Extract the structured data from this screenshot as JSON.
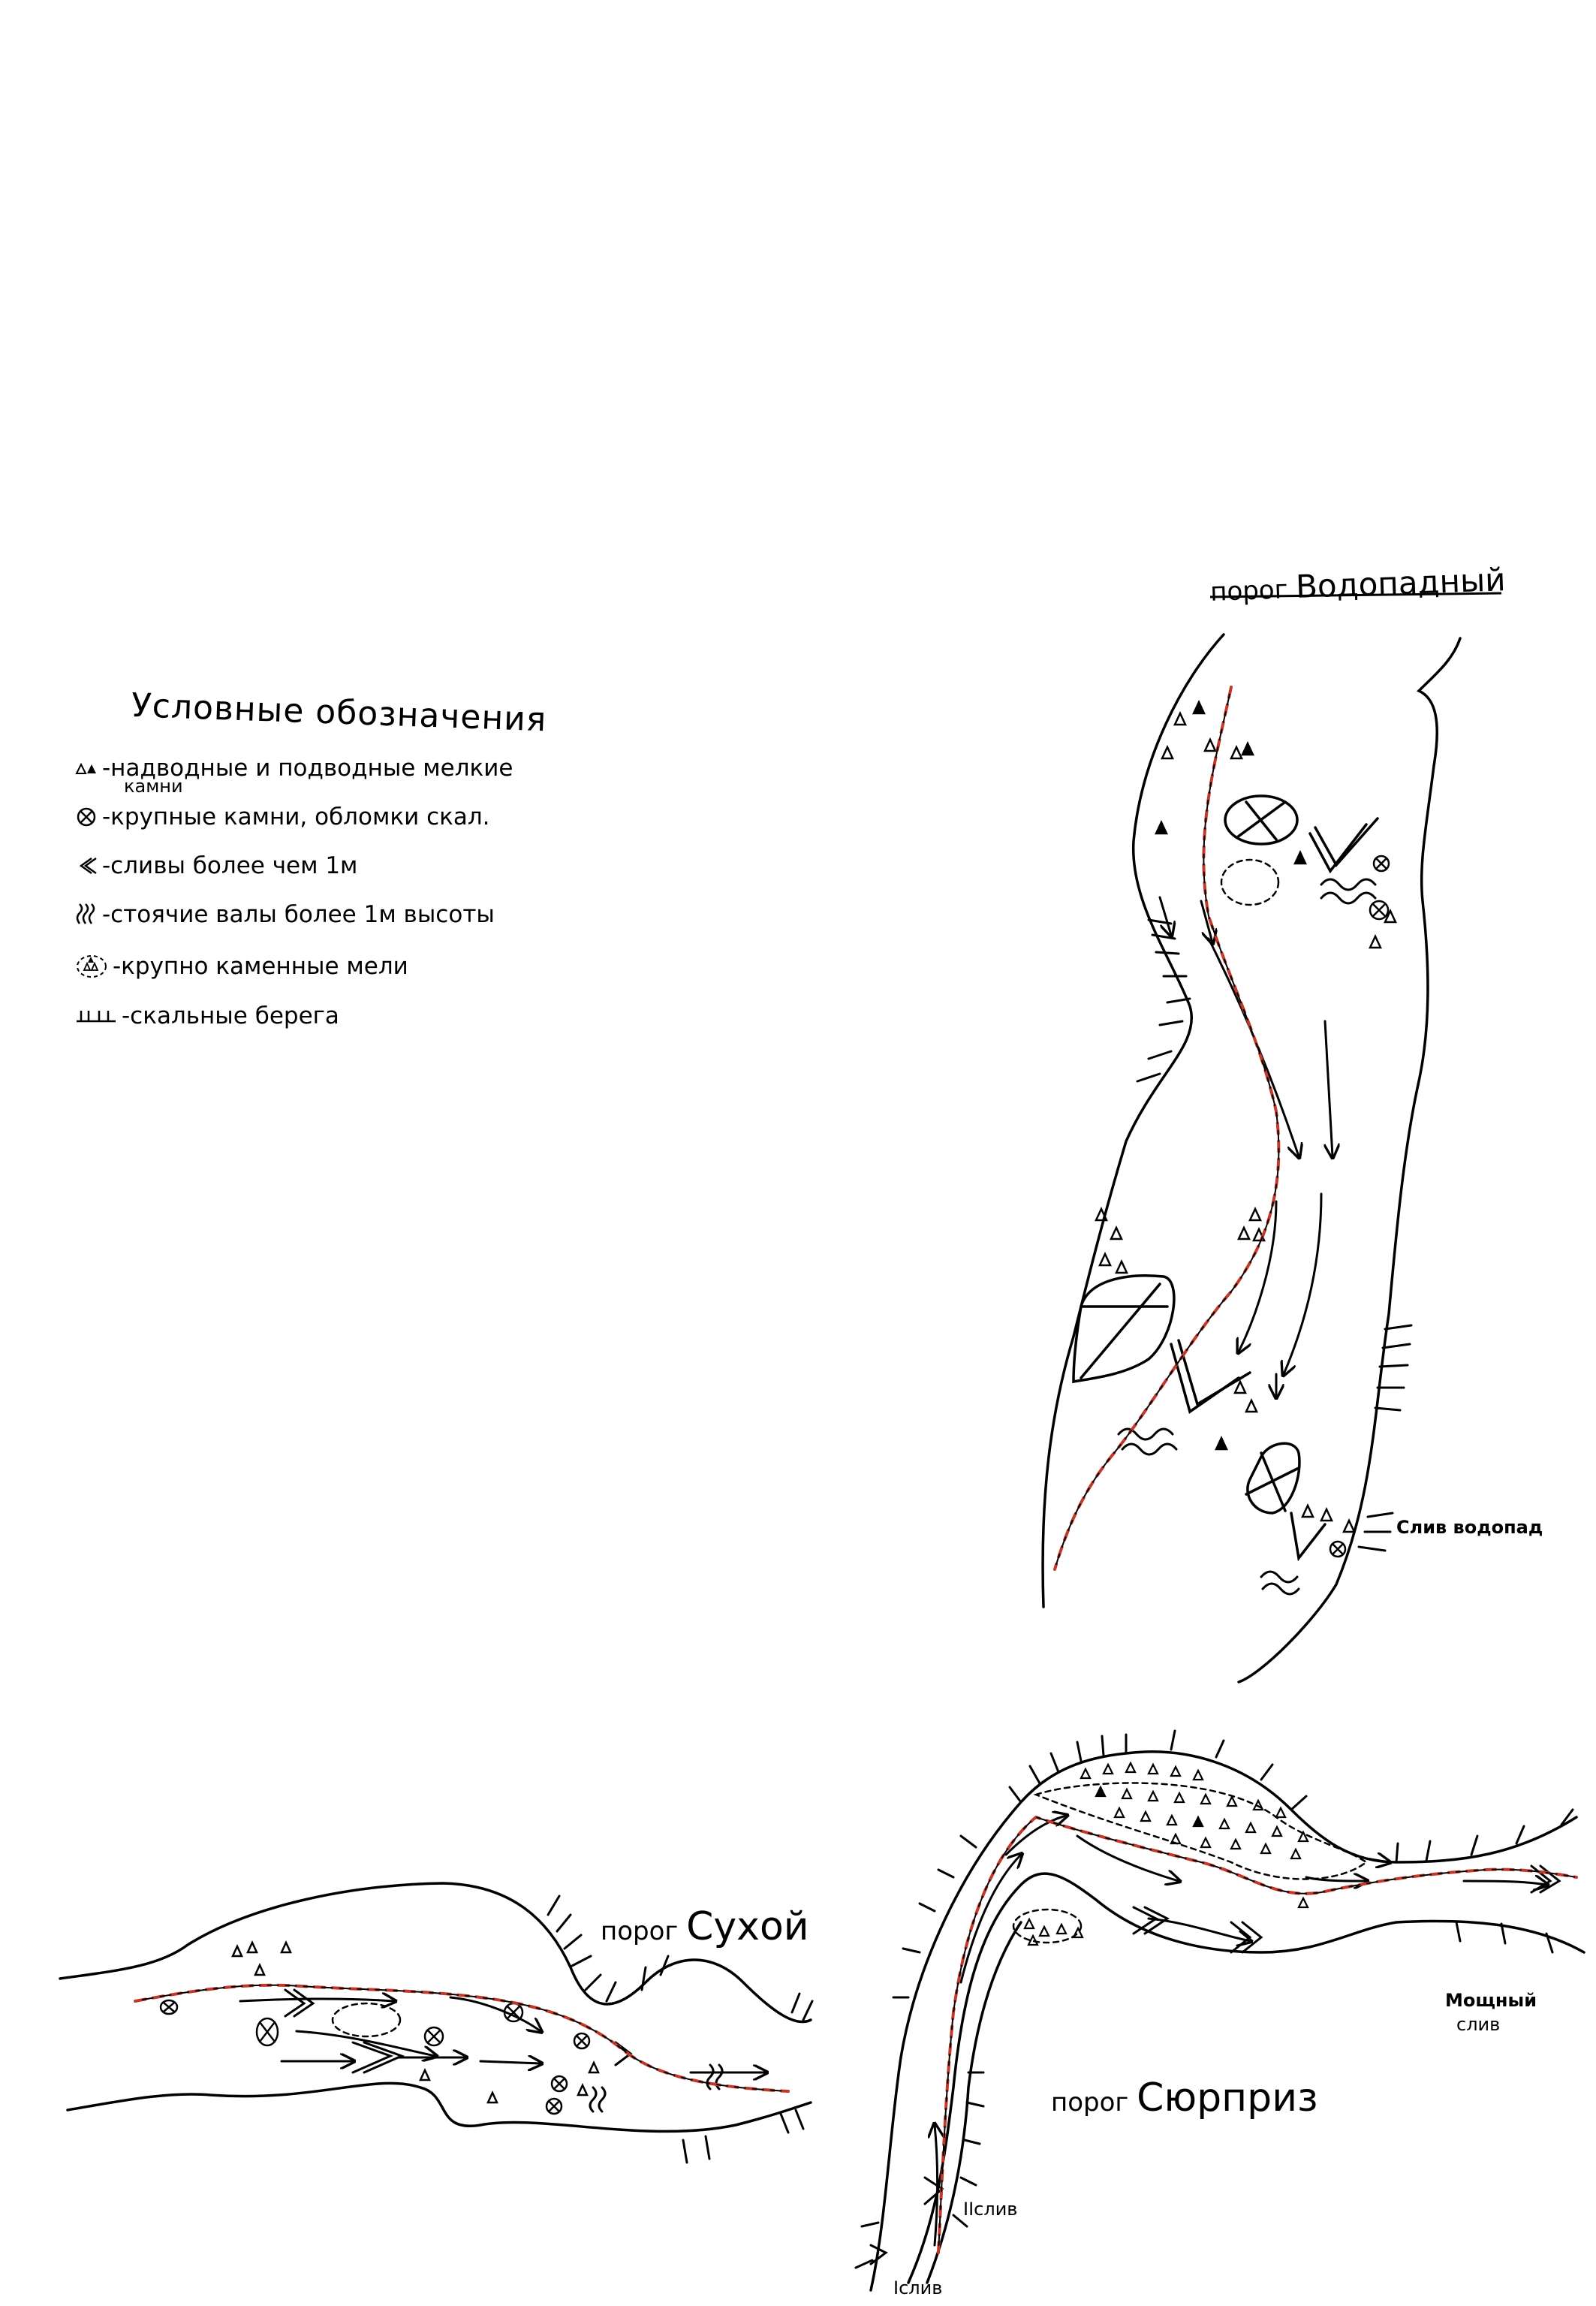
{
  "legend": {
    "title": "Условные обозначения",
    "items": [
      {
        "icon": "triangles-icon",
        "text": "-надводные и подводные мелкие",
        "subtext": "камни"
      },
      {
        "icon": "crossed-circle-icon",
        "text": "-крупные камни, обломки скал."
      },
      {
        "icon": "double-chevron-icon",
        "text": "-сливы более чем 1м"
      },
      {
        "icon": "wave-standing-icon",
        "text": "-стоячие валы более 1м высоты"
      },
      {
        "icon": "boulder-shoal-icon",
        "text": "-крупно каменные мели"
      },
      {
        "icon": "rocky-bank-icon",
        "text": "-скальные берега"
      }
    ]
  },
  "maps": {
    "vodopadny": {
      "caption_prefix": "порог",
      "caption_name": "Водопадный",
      "label_sliv": "Слив водопад"
    },
    "sukhoy": {
      "caption_prefix": "порог",
      "caption_name": "Сухой"
    },
    "syurpriz": {
      "caption_prefix": "порог",
      "caption_name": "Сюрприз",
      "label_moshchny_1": "Мощный",
      "label_moshchny_2": "слив",
      "label_sliv2": "IIслив",
      "label_sliv1": "Iслив"
    }
  },
  "colors": {
    "ink": "#000000",
    "route": "#c0392b"
  }
}
